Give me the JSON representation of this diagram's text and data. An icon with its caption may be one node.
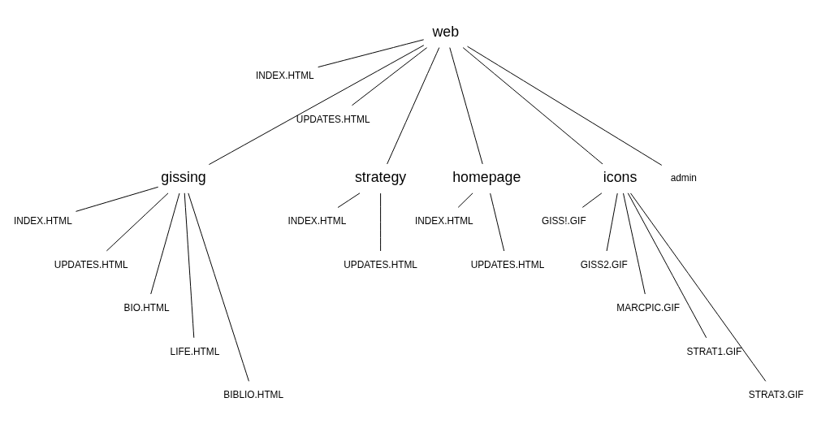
{
  "diagram": {
    "nodes": [
      {
        "text": [
          "web"
        ]
      },
      {
        "text": [
          "INDEX.HTML"
        ]
      },
      {
        "text": [
          "UPDATES.HTML"
        ]
      },
      {
        "text": [
          "gissing"
        ]
      },
      {
        "text": [
          "INDEX.HTML"
        ]
      },
      {
        "text": [
          "UPDATES.HTML"
        ]
      },
      {
        "text": [
          "BIO.HTML"
        ]
      },
      {
        "text": [
          "LIFE.HTML"
        ]
      },
      {
        "text": [
          "BIBLIO.HTML"
        ]
      },
      {
        "text": [
          "strategy"
        ]
      },
      {
        "text": [
          "INDEX.HTML"
        ]
      },
      {
        "text": [
          "UPDATES.HTML"
        ]
      },
      {
        "text": [
          "homepage"
        ]
      },
      {
        "text": [
          "INDEX.HTML"
        ]
      },
      {
        "text": [
          "UPDATES.HTML"
        ]
      },
      {
        "text": [
          "icons"
        ]
      },
      {
        "text": [
          "GISS!.GIF"
        ]
      },
      {
        "text": [
          "GISS2.GIF"
        ]
      },
      {
        "text": [
          "MARCPIC.GIF"
        ]
      },
      {
        "text": [
          "STRAT1.GIF"
        ]
      },
      {
        "text": [
          "STRAT3.GIF"
        ]
      },
      {
        "text": [
          "admin"
        ]
      }
    ],
    "edges": [
      {
        "from": 0,
        "to": 1,
        "arrow": "none"
      },
      {
        "from": 0,
        "to": 2,
        "arrow": "none"
      },
      {
        "from": 0,
        "to": 3,
        "arrow": "none"
      },
      {
        "from": 0,
        "to": 9,
        "arrow": "none"
      },
      {
        "from": 0,
        "to": 12,
        "arrow": "none"
      },
      {
        "from": 0,
        "to": 15,
        "arrow": "none"
      },
      {
        "from": 0,
        "to": 21,
        "arrow": "none"
      },
      {
        "from": 3,
        "to": 4,
        "arrow": "none"
      },
      {
        "from": 3,
        "to": 5,
        "arrow": "none"
      },
      {
        "from": 3,
        "to": 6,
        "arrow": "none"
      },
      {
        "from": 3,
        "to": 7,
        "arrow": "none"
      },
      {
        "from": 3,
        "to": 8,
        "arrow": "none"
      },
      {
        "from": 9,
        "to": 10,
        "arrow": "none"
      },
      {
        "from": 9,
        "to": 11,
        "arrow": "none"
      },
      {
        "from": 12,
        "to": 13,
        "arrow": "none"
      },
      {
        "from": 12,
        "to": 14,
        "arrow": "none"
      },
      {
        "from": 15,
        "to": 16,
        "arrow": "none"
      },
      {
        "from": 15,
        "to": 17,
        "arrow": "none"
      },
      {
        "from": 15,
        "to": 18,
        "arrow": "none"
      },
      {
        "from": 15,
        "to": 19,
        "arrow": "none"
      },
      {
        "from": 15,
        "to": 20,
        "arrow": "none"
      }
    ]
  }
}
